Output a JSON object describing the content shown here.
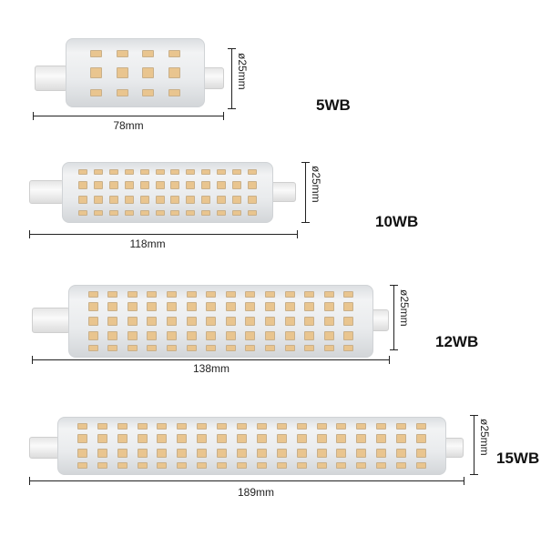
{
  "products": [
    {
      "model": "5WB",
      "length": "78mm",
      "diameter": "ø25mm"
    },
    {
      "model": "10WB",
      "length": "118mm",
      "diameter": "ø25mm"
    },
    {
      "model": "12WB",
      "length": "138mm",
      "diameter": "ø25mm"
    },
    {
      "model": "15WB",
      "length": "189mm",
      "diameter": "ø25mm"
    }
  ]
}
